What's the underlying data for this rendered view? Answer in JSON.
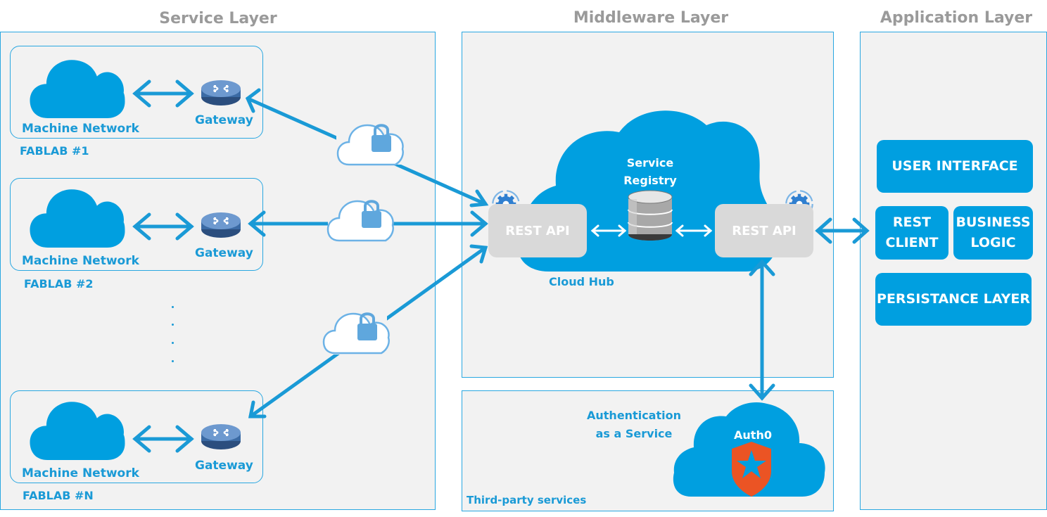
{
  "layers": {
    "service": "Service Layer",
    "middleware": "Middleware Layer",
    "application": "Application Layer"
  },
  "fablabs": [
    {
      "network_label": "Machine Network",
      "gateway_label": "Gateway",
      "name": "FABLAB #1"
    },
    {
      "network_label": "Machine Network",
      "gateway_label": "Gateway",
      "name": "FABLAB #2"
    },
    {
      "network_label": "Machine Network",
      "gateway_label": "Gateway",
      "name": "FABLAB #N"
    }
  ],
  "middleware": {
    "rest_api_left": "REST API",
    "rest_api_right": "REST API",
    "service_registry": "Service\nRegistry",
    "cloud_hub": "Cloud Hub"
  },
  "third_party": {
    "label": "Third-party services",
    "auth_caption": "Authentication\nas a Service",
    "auth0": "Auth0"
  },
  "application": {
    "user_interface": "USER INTERFACE",
    "rest_client": "REST\nCLIENT",
    "business_logic": "BUSINESS\nLOGIC",
    "persistance": "PERSISTANCE LAYER"
  },
  "colors": {
    "accent": "#009fe0",
    "arrow": "#1a9ad6",
    "panel_bg": "#f2f2f2",
    "title_gray": "#9a9a9a",
    "rest_api_bg": "#d9d9d9",
    "auth0_orange": "#eb5424"
  },
  "icons": [
    "cloud-icon",
    "router-icon",
    "lock-cloud-icon",
    "gear-icon",
    "database-icon",
    "auth0-shield-icon"
  ]
}
